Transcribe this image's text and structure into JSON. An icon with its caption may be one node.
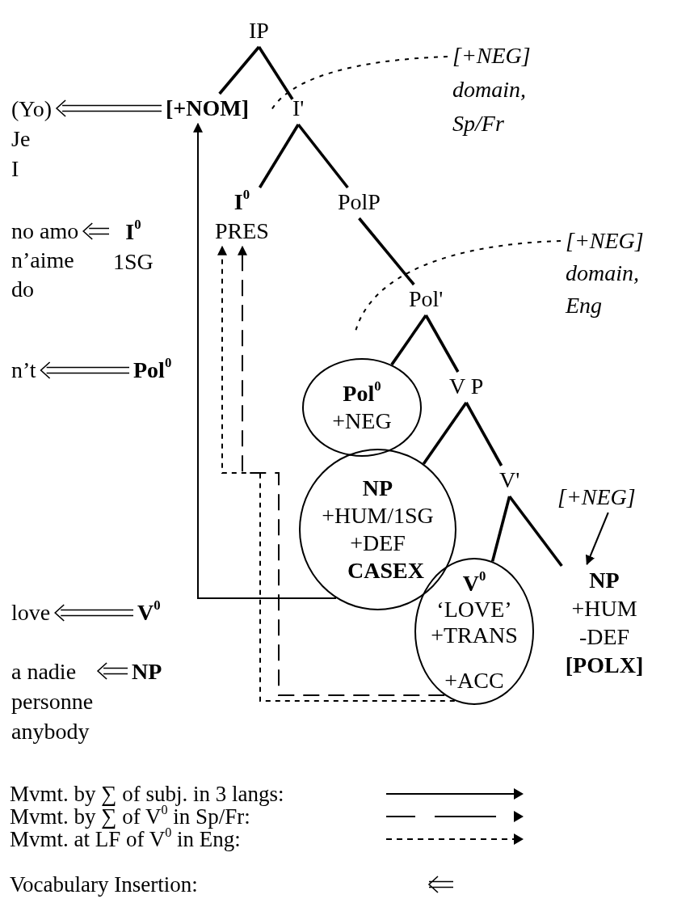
{
  "diagram": {
    "nodes": [
      {
        "text": [
          "IP"
        ]
      },
      {
        "text": [
          "[+NOM]"
        ]
      },
      {
        "text": [
          "I'"
        ]
      },
      {
        "text": [
          "I$^{0}$",
          "PRES"
        ]
      },
      {
        "text": [
          "PolP"
        ]
      },
      {
        "text": [
          "Pol'"
        ]
      },
      {
        "text": [
          "Pol$^{0}$",
          "+NEG"
        ]
      },
      {
        "text": [
          "V P"
        ]
      },
      {
        "text": [
          "NP",
          "+HUM/1SG",
          "+DEF",
          "CASEX"
        ]
      },
      {
        "text": [
          "V'"
        ]
      },
      {
        "text": [
          "V$^{0}$",
          "‘LOVE’",
          "+TRANS",
          "+ACC"
        ]
      },
      {
        "text": [
          "NP",
          "+HUM",
          "-DEF",
          "[POLX]"
        ]
      },
      {
        "text": [
          "[+NEG] domain, Sp/Fr"
        ]
      },
      {
        "text": [
          "[+NEG] domain, Eng"
        ]
      },
      {
        "text": [
          "[+NEG]"
        ]
      },
      {
        "text": [
          "(Yo)",
          "Je",
          "I"
        ]
      },
      {
        "text": [
          "no amo",
          "n’aime",
          "do"
        ]
      },
      {
        "text": [
          "I$^{0}$",
          "1SG"
        ]
      },
      {
        "text": [
          "n’t"
        ]
      },
      {
        "text": [
          "Pol$^{0}$"
        ]
      },
      {
        "text": [
          "love"
        ]
      },
      {
        "text": [
          "V$^{0}$"
        ]
      },
      {
        "text": [
          "a nadie",
          "personne",
          "anybody"
        ]
      },
      {
        "text": [
          "NP"
        ]
      }
    ],
    "edges": [
      {
        "from": 0,
        "to": 1,
        "arrow": "none"
      },
      {
        "from": 0,
        "to": 2,
        "arrow": "none"
      },
      {
        "from": 2,
        "to": 3,
        "arrow": "none"
      },
      {
        "from": 2,
        "to": 4,
        "arrow": "none"
      },
      {
        "from": 4,
        "to": 5,
        "arrow": "none"
      },
      {
        "from": 5,
        "to": 6,
        "arrow": "none"
      },
      {
        "from": 5,
        "to": 7,
        "arrow": "none"
      },
      {
        "from": 7,
        "to": 8,
        "arrow": "none"
      },
      {
        "from": 7,
        "to": 9,
        "arrow": "none"
      },
      {
        "from": 9,
        "to": 10,
        "arrow": "none"
      },
      {
        "from": 9,
        "to": 11,
        "arrow": "none"
      },
      {
        "from": 1,
        "to": 15,
        "arrow": "to"
      },
      {
        "from": 17,
        "to": 16,
        "arrow": "to"
      },
      {
        "from": 19,
        "to": 18,
        "arrow": "to"
      },
      {
        "from": 21,
        "to": 20,
        "arrow": "to"
      },
      {
        "from": 23,
        "to": 22,
        "arrow": "to"
      },
      {
        "from": 8,
        "to": 1,
        "arrow": "to"
      },
      {
        "from": 10,
        "to": 3,
        "arrow": "to",
        "style": "dashed"
      },
      {
        "from": 10,
        "to": 3,
        "arrow": "to",
        "style": "dashed"
      },
      {
        "from": 12,
        "to": null,
        "arrow": "none",
        "style": "dashed"
      },
      {
        "from": 13,
        "to": null,
        "arrow": "none",
        "style": "dashed"
      },
      {
        "from": 14,
        "to": 11,
        "arrow": "to"
      }
    ],
    "legend": [
      {
        "text": "Mvmt. by ∑ of subj. in 3 langs:"
      },
      {
        "text": "Mvmt. by ∑ of V$^{0}$ in Sp/Fr:"
      },
      {
        "text": "Mvmt. at LF of V$^{0}$ in Eng:"
      },
      {
        "text": "Vocabulary Insertion:"
      }
    ]
  }
}
